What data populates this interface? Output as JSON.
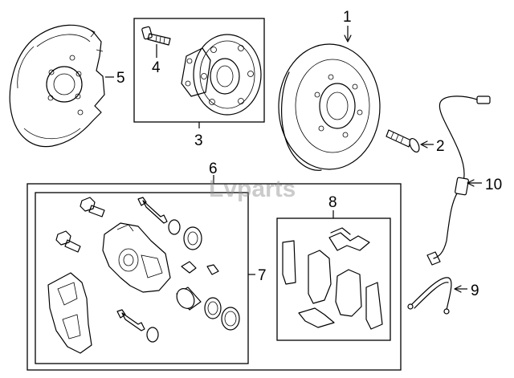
{
  "callouts": {
    "c1": "1",
    "c2": "2",
    "c3": "3",
    "c4": "4",
    "c5": "5",
    "c6": "6",
    "c7": "7",
    "c8": "8",
    "c9": "9",
    "c10": "10"
  },
  "watermark": "Lvparts"
}
